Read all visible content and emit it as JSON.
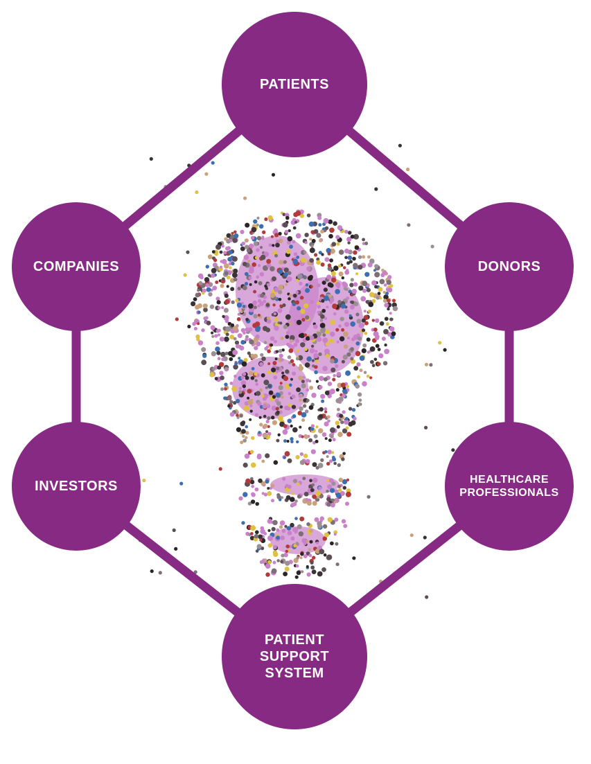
{
  "colors": {
    "accent": "#862a83",
    "bulb_light": "#c982c9",
    "crowd_dark": "#3a3236",
    "background": "#ffffff"
  },
  "nodes": [
    {
      "id": "patients",
      "lines": [
        "PATIENTS"
      ]
    },
    {
      "id": "donors",
      "lines": [
        "DONORS"
      ]
    },
    {
      "id": "healthcare-professionals",
      "lines": [
        "HEALTHCARE",
        "PROFESSIONALS"
      ]
    },
    {
      "id": "patient-support-system",
      "lines": [
        "PATIENT",
        "SUPPORT",
        "SYSTEM"
      ]
    },
    {
      "id": "investors",
      "lines": [
        "INVESTORS"
      ]
    },
    {
      "id": "companies",
      "lines": [
        "COMPANIES"
      ]
    }
  ],
  "center_image": {
    "icon": "lightbulb-crowd-icon"
  }
}
